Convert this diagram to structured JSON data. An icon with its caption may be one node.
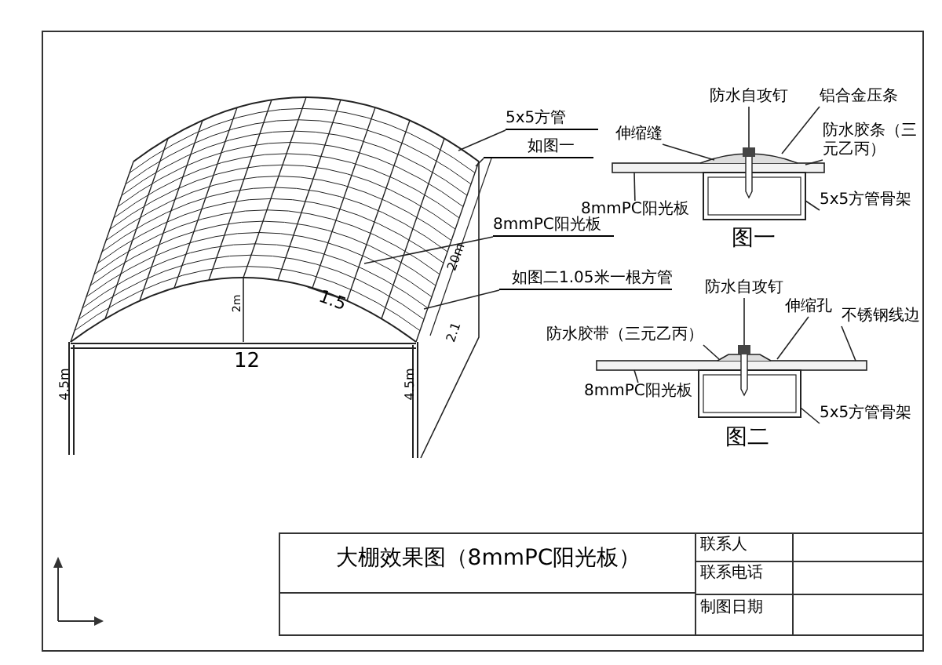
{
  "diagram": {
    "nodes": [
      {
        "text": [
          "5x5方管"
        ]
      },
      {
        "text": [
          "如图一"
        ]
      },
      {
        "text": [
          "8mmPC阳光板"
        ]
      },
      {
        "text": [
          "如图二1.05米一根方管"
        ]
      },
      {
        "text": [
          "防水自攻钉"
        ]
      },
      {
        "text": [
          "铝合金压条"
        ]
      },
      {
        "text": [
          "伸缩缝"
        ]
      },
      {
        "text": [
          "防水胶条（三元乙丙）"
        ]
      },
      {
        "text": [
          "8mmPC阳光板"
        ]
      },
      {
        "text": [
          "5x5方管骨架"
        ]
      },
      {
        "text": [
          "防水自攻钉"
        ]
      },
      {
        "text": [
          "防水胶带（三元乙丙）"
        ]
      },
      {
        "text": [
          "伸缩孔"
        ]
      },
      {
        "text": [
          "不锈钢线边"
        ]
      },
      {
        "text": [
          "8mmPC阳光板"
        ]
      },
      {
        "text": [
          "5x5方管骨架"
        ]
      }
    ],
    "edges": [
      {
        "from": 0,
        "to": null,
        "arrow": "none"
      },
      {
        "from": 1,
        "to": null,
        "arrow": "none"
      },
      {
        "from": 2,
        "to": null,
        "arrow": "none"
      },
      {
        "from": 3,
        "to": null,
        "arrow": "none"
      },
      {
        "from": 4,
        "to": null,
        "arrow": "none"
      },
      {
        "from": 5,
        "to": null,
        "arrow": "none"
      },
      {
        "from": 6,
        "to": null,
        "arrow": "none"
      },
      {
        "from": 7,
        "to": null,
        "arrow": "none"
      },
      {
        "from": 8,
        "to": null,
        "arrow": "none"
      },
      {
        "from": 9,
        "to": null,
        "arrow": "none"
      },
      {
        "from": 10,
        "to": null,
        "arrow": "none"
      },
      {
        "from": 11,
        "to": null,
        "arrow": "none"
      },
      {
        "from": 12,
        "to": null,
        "arrow": "none"
      },
      {
        "from": 13,
        "to": null,
        "arrow": "none"
      },
      {
        "from": 14,
        "to": null,
        "arrow": "none"
      },
      {
        "from": 15,
        "to": null,
        "arrow": "none"
      }
    ],
    "labels": [
      "20m",
      "2.1",
      "1.5",
      "2m",
      "12",
      "4.5m",
      "4.5m",
      "图一",
      "图二",
      "大棚效果图（8mmPC阳光板）",
      "联系人",
      "联系电话",
      "制图日期"
    ]
  }
}
